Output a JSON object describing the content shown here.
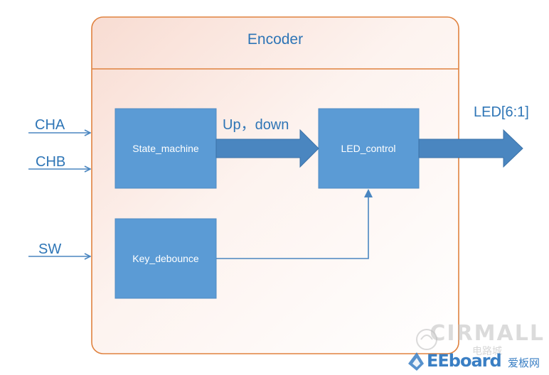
{
  "module": {
    "title": "Encoder"
  },
  "inputs": {
    "cha": "CHA",
    "chb": "CHB",
    "sw": "SW"
  },
  "blocks": {
    "state_machine": "State_machine",
    "led_control": "LED_control",
    "key_debounce": "Key_debounce"
  },
  "signals": {
    "up_down": "Up，down",
    "led_out": "LED[6:1]"
  },
  "watermark": {
    "brand": "CIRMALL",
    "brand_sub": "电路城",
    "site": "EEboard",
    "site_cn": "爱板网"
  },
  "colors": {
    "module_border": "#e0823f",
    "block_fill": "#5b9bd5",
    "arrow_fill": "#4a86c0",
    "text_blue": "#2e75b6"
  }
}
